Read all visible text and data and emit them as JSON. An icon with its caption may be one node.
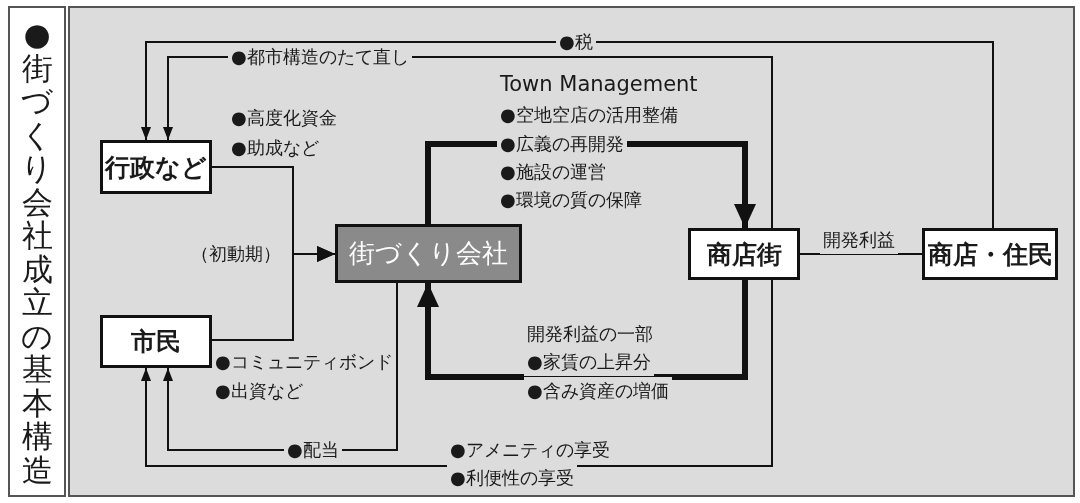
{
  "diagram": {
    "title": "●街づくり会社成立の基本構造",
    "nodes": [
      {
        "text": [
          "行政など"
        ]
      },
      {
        "text": [
          "市民"
        ]
      },
      {
        "text": [
          "街づくり会社"
        ]
      },
      {
        "text": [
          "商店街"
        ]
      },
      {
        "text": [
          "商店・住民"
        ]
      }
    ],
    "edges": [
      {
        "from": 0,
        "to": 2,
        "arrow": "to"
      },
      {
        "from": 1,
        "to": 2,
        "arrow": "to"
      },
      {
        "from": 2,
        "to": 3,
        "arrow": "to",
        "style": "thick"
      },
      {
        "from": 3,
        "to": 2,
        "arrow": "to",
        "style": "thick"
      },
      {
        "from": 3,
        "to": 4,
        "arrow": "none",
        "label": "開発利益"
      },
      {
        "from": 4,
        "to": 0,
        "arrow": "to",
        "label": "●税"
      },
      {
        "from": 3,
        "to": 0,
        "arrow": "to",
        "label": "●都市構造のたて直し"
      },
      {
        "from": 2,
        "to": 1,
        "arrow": "to",
        "label": "●配当"
      },
      {
        "from": 3,
        "to": 1,
        "arrow": "to"
      }
    ],
    "labels": [
      "●高度化資金",
      "●助成など",
      "（初動期）",
      "Town Management",
      "●空地空店の活用整備",
      "●広義の再開発",
      "●施設の運営",
      "●環境の質の保障",
      "開発利益の一部",
      "●家賃の上昇分",
      "●含み資産の増価",
      "●コミュニティボンド",
      "●出資など",
      "●アメニティの享受",
      "●利便性の享受"
    ]
  }
}
